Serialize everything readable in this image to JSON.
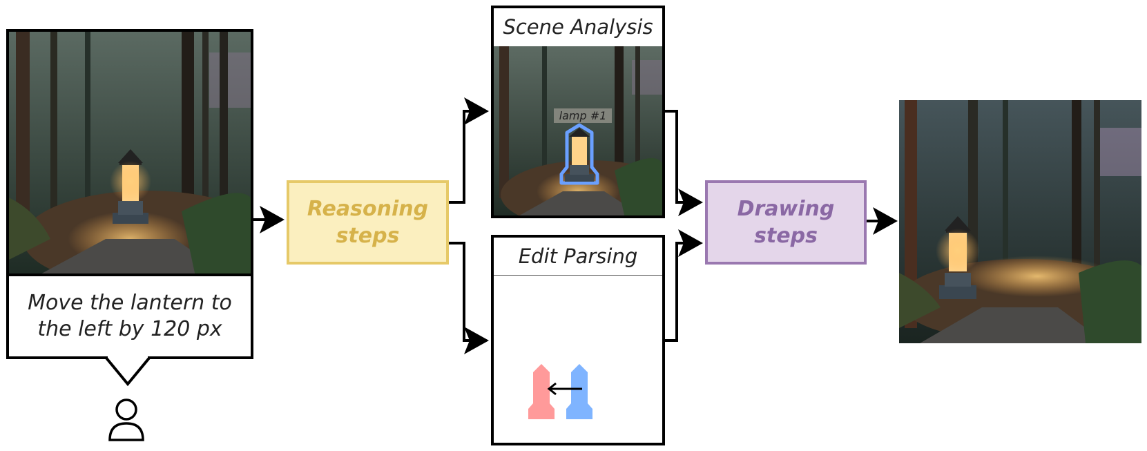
{
  "instruction": {
    "line1": "Move the lantern to",
    "line2": "the left by 120 px"
  },
  "reasoning": {
    "line1": "Reasoning",
    "line2": "steps"
  },
  "drawing": {
    "line1": "Drawing",
    "line2": "steps"
  },
  "scene_analysis": {
    "title": "Scene Analysis",
    "label": "lamp #1"
  },
  "edit_parsing": {
    "title": "Edit Parsing"
  },
  "colors": {
    "reasoning_fill": "#fbefbf",
    "reasoning_border": "#e6c968",
    "reasoning_text": "#d6b24a",
    "drawing_fill": "#e4d6ea",
    "drawing_border": "#9a78b0",
    "drawing_text": "#8a68a4",
    "mask_blue": "#7fb4ff",
    "mask_red": "#ff9a9a"
  },
  "icons": [
    "user-icon",
    "lantern-icon",
    "arrow-icon"
  ]
}
